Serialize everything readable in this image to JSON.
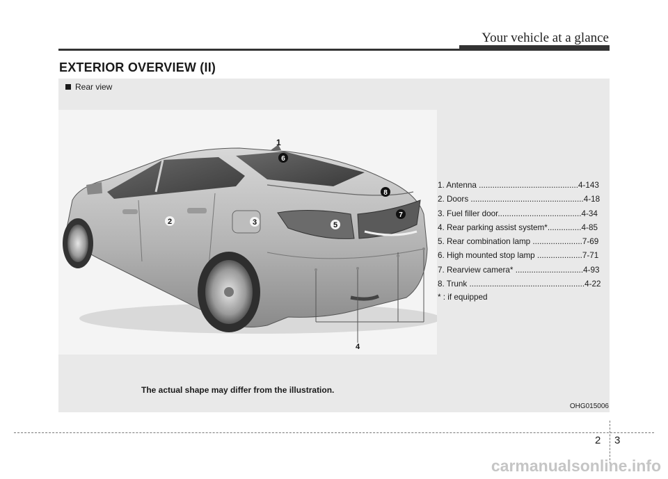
{
  "header": {
    "section_title": "Your vehicle at a glance"
  },
  "heading": "EXTERIOR OVERVIEW (II)",
  "panel": {
    "label": "Rear view"
  },
  "callouts": [
    "1",
    "2",
    "3",
    "4",
    "5",
    "6",
    "7",
    "8"
  ],
  "legend": [
    "1. Antenna ............................................4-143",
    "2. Doors ..................................................4-18",
    "3. Fuel filler door.....................................4-34",
    "4. Rear parking assist system*...............4-85",
    "5. Rear combination lamp ......................7-69",
    "6. High mounted stop lamp ....................7-71",
    "7. Rearview camera* ..............................4-93",
    "8. Trunk ...................................................4-22"
  ],
  "footnote": "* : if equipped",
  "disclaimer": "The actual shape may differ from the illustration.",
  "image_code": "OHG015006",
  "page": {
    "chapter": "2",
    "number": "3"
  },
  "watermark": "carmanualsonline.info"
}
